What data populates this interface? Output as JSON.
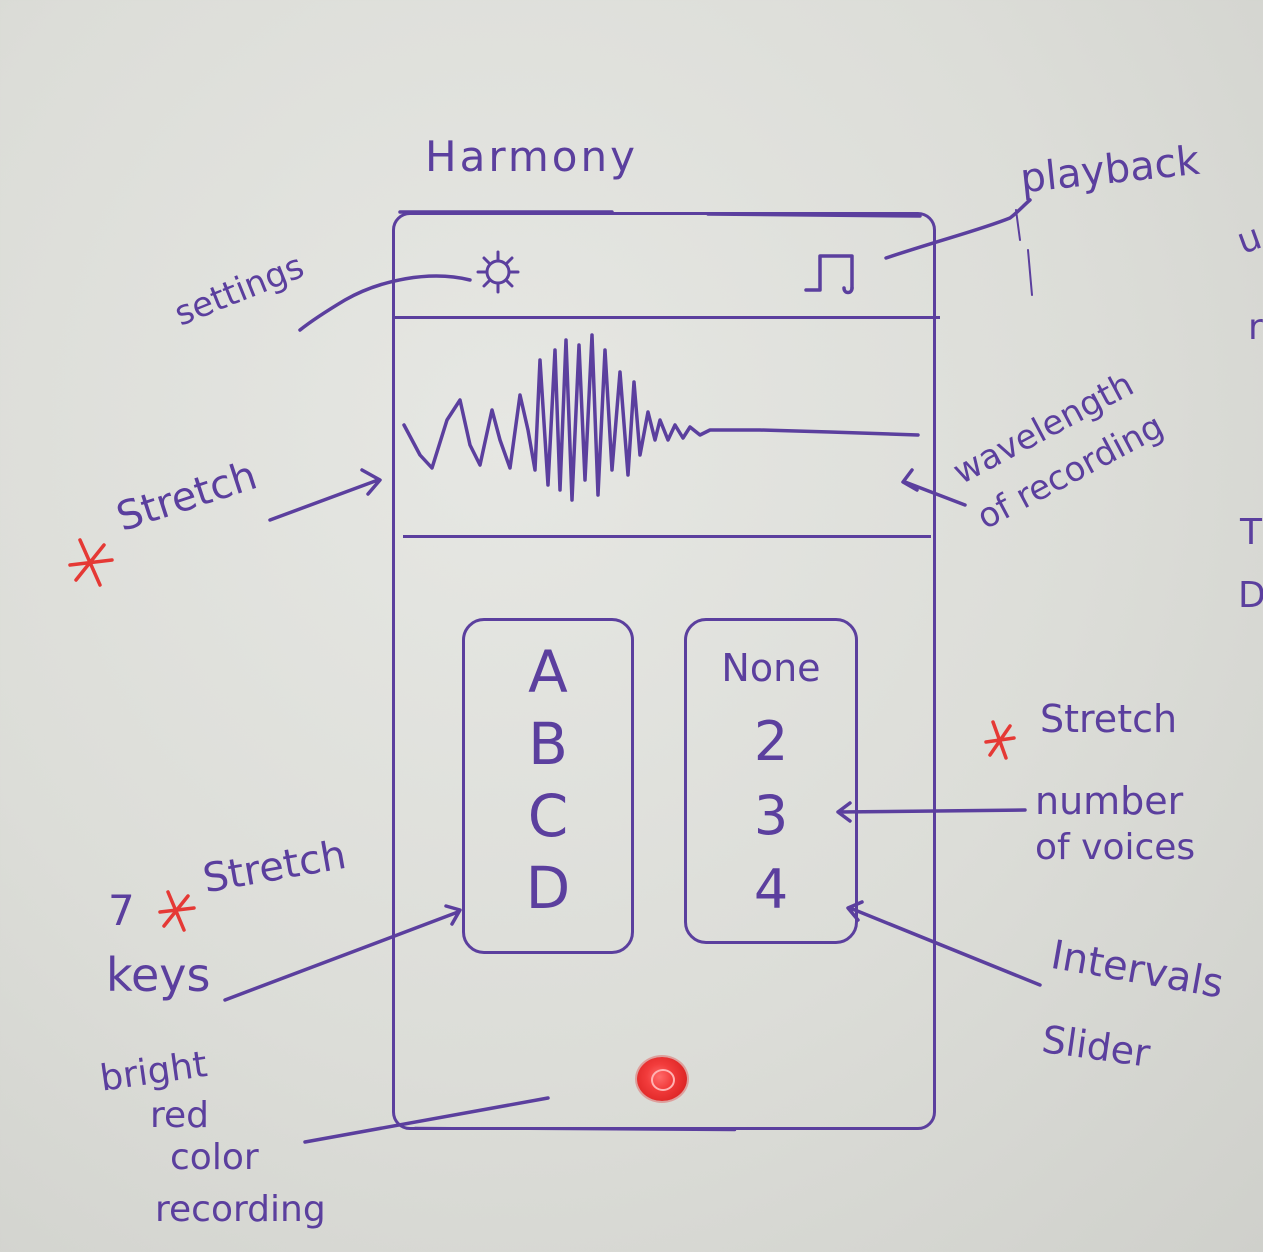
{
  "app": {
    "title": "Harmony"
  },
  "top_bar": {
    "settings_icon": "settings-gear-icon",
    "playback_icon": "playback-icon"
  },
  "waveform": {
    "icon": "waveform-icon"
  },
  "key_picker": {
    "items": [
      "A",
      "B",
      "C",
      "D"
    ]
  },
  "voices_picker": {
    "items": [
      "None",
      "2",
      "3",
      "4"
    ]
  },
  "record": {
    "color": "#e53935"
  },
  "annotations": {
    "settings": "settings",
    "playback": "playback",
    "stretch_waveform": "Stretch",
    "wavelength_line1": "wavelength",
    "wavelength_line2": "of recording",
    "stretch_voices": "Stretch",
    "voices_line1": "number",
    "voices_line2": "of voices",
    "keys_prefix": "7",
    "stretch_keys": "Stretch",
    "keys_label": "keys",
    "intervals_line1": "Intervals",
    "intervals_line2": "Slider",
    "record_line1": "bright",
    "record_line2": "red",
    "record_line3": "color",
    "record_line4": "recording",
    "edge_1": "u",
    "edge_2": "r",
    "edge_3": "T",
    "edge_4": "D"
  },
  "colors": {
    "marker": "#5b3f9e",
    "accent_red": "#e53935",
    "board": "#dcddd8"
  }
}
